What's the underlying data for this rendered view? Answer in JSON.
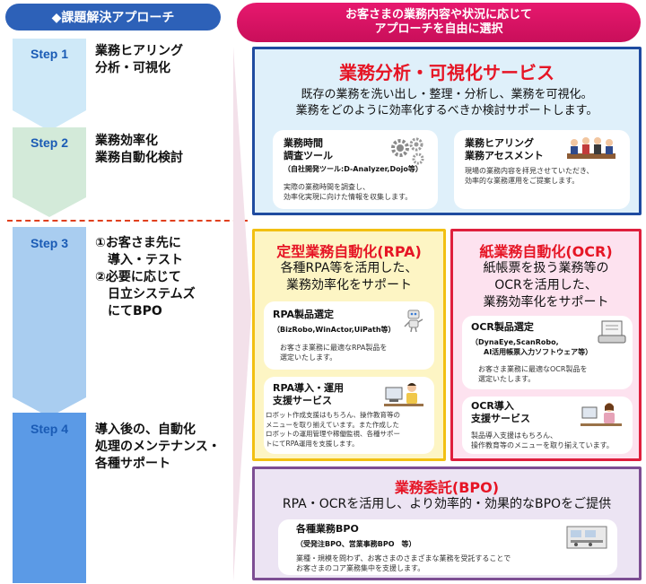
{
  "header": {
    "left_label": "◆課題解決アプローチ",
    "right_line1": "お客さまの業務内容や状況に応じて",
    "right_line2": "アプローチを自由に選択"
  },
  "steps": [
    {
      "label": "Step 1",
      "lines": [
        "業務ヒアリング",
        "分析・可視化"
      ]
    },
    {
      "label": "Step 2",
      "lines": [
        "業務効率化",
        "業務自動化検討"
      ]
    },
    {
      "label": "Step 3",
      "lines": [
        "①お客さま先に",
        "　導入・テスト",
        "②必要に応じて",
        "　日立システムズ",
        "　にてBPO"
      ]
    },
    {
      "label": "Step 4",
      "lines": [
        "導入後の、自動化",
        "処理のメンテナンス・",
        "各種サポート"
      ]
    }
  ],
  "analysis": {
    "title": "業務分析・可視化サービス",
    "desc": [
      "既存の業務を洗い出し・整理・分析し、業務を可視化。",
      "業務をどのように効率化するべきか検討サポートします。"
    ],
    "card1": {
      "title": [
        "業務時間",
        "調査ツール"
      ],
      "sub": "（自社開発ツール:D-Analyzer,Dojo等）",
      "desc": [
        "実際の業務時間を調査し、",
        "効率化実現に向けた情報を収集します。"
      ],
      "icon": "gears-icon"
    },
    "card2": {
      "title": [
        "業務ヒアリング",
        "業務アセスメント"
      ],
      "desc": [
        "現場の業務内容を拝見させていただき、",
        "効率的な業務運用をご提案します。"
      ],
      "icon": "meeting-icon"
    }
  },
  "rpa": {
    "title": "定型業務自動化(RPA)",
    "desc": [
      "各種RPA等を活用した、",
      "業務効率化をサポート"
    ],
    "card1": {
      "title": [
        "RPA製品選定"
      ],
      "sub": "（BizRobo,WinActor,UiPath等）",
      "desc": [
        "お客さま業務に最適なRPA製品を",
        "選定いたします。"
      ],
      "icon": "robot-icon"
    },
    "card2": {
      "title": [
        "RPA導入・運用",
        "支援サービス"
      ],
      "desc": [
        "ロボット作成支援はもちろん、操作教育等の",
        "メニューを取り揃えています。また作成した",
        "ロボットの運用管理や稼働監視、各種サポー",
        "トにてRPA運用を支援します。"
      ],
      "icon": "operator-icon"
    }
  },
  "ocr": {
    "title": "紙業務自動化(OCR)",
    "desc": [
      "紙帳票を扱う業務等の",
      "OCRを活用した、",
      "業務効率化をサポート"
    ],
    "card1": {
      "title": [
        "OCR製品選定"
      ],
      "sub": [
        "（DynaEye,ScanRobo,",
        "AI活用帳票入力ソフトウェア等）"
      ],
      "desc": [
        "お客さま業務に最適なOCR製品を",
        "選定いたします。"
      ],
      "icon": "scanner-icon"
    },
    "card2": {
      "title": [
        "OCR導入",
        "支援サービス"
      ],
      "desc": [
        "製品導入支援はもちろん、",
        "操作教育等のメニューを取り揃えています。"
      ],
      "icon": "office-worker-icon"
    }
  },
  "bpo": {
    "title": "業務委託(BPO)",
    "desc": "RPA・OCRを活用し、より効率的・効果的なBPOをご提供",
    "card": {
      "title": "各種業務BPO",
      "sub": "（受発注BPO、営業事務BPO　等）",
      "desc": [
        "業種・規模を問わず、お客さまのさまざまな業務を受託することで",
        "お客さまのコア業務集中を支援します。"
      ],
      "icon": "office-room-icon"
    }
  },
  "colors": {
    "step_light": "#cfe9f8",
    "step_green": "#d3ead9",
    "step_blue": "#5b9ae6",
    "accent_red": "#e61525",
    "header_blue": "#2d61b8",
    "header_pink": "#e0156a"
  }
}
